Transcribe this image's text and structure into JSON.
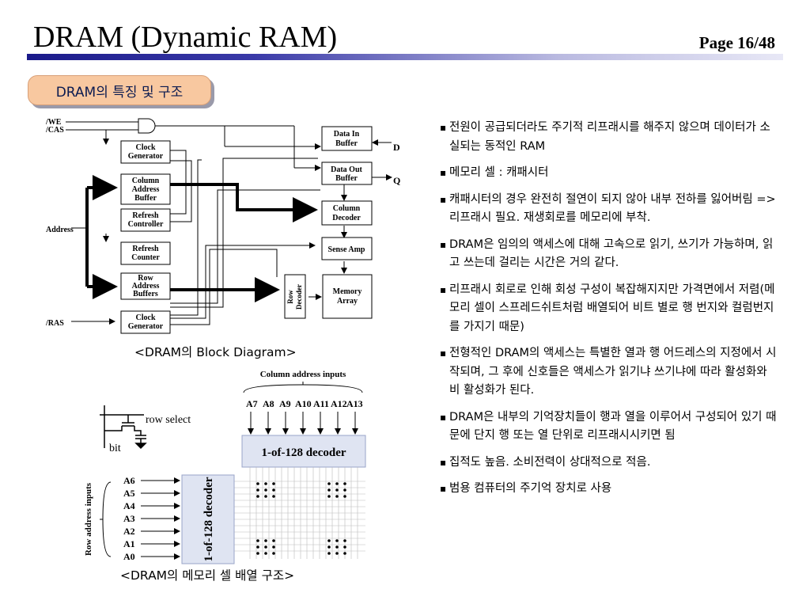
{
  "header": {
    "title": "DRAM (Dynamic RAM)",
    "page": "Page 16/48"
  },
  "section_badge": "DRAM의 특징 및 구조",
  "block_diagram": {
    "caption": "<DRAM의 Block Diagram>",
    "we": "/WE",
    "cas": "/CAS",
    "ras": "/RAS",
    "address": "Address",
    "d": "D",
    "q": "Q",
    "clock_gen_1": [
      "Clock",
      "Generator"
    ],
    "column_address_buffer": [
      "Column",
      "Address",
      "Buffer"
    ],
    "refresh_controller": [
      "Refresh",
      "Controller"
    ],
    "refresh_counter": [
      "Refresh",
      "Counter"
    ],
    "row_address_buffers": [
      "Row",
      "Address",
      "Buffers"
    ],
    "clock_gen_2": [
      "Clock",
      "Generator"
    ],
    "data_in_buffer": [
      "Data In",
      "Buffer"
    ],
    "data_out_buffer": [
      "Data Out",
      "Buffer"
    ],
    "column_decoder": [
      "Column",
      "Decoder"
    ],
    "sense_amp": "Sense Amp",
    "row_decoder": [
      "Row",
      "Decoder"
    ],
    "memory_array": [
      "Memory",
      "Array"
    ]
  },
  "cell_array": {
    "caption": "<DRAM의 메모리 셀 배열 구조>",
    "column_inputs_title": "Column address inputs",
    "column_inputs": [
      "A7",
      "A8",
      "A9",
      "A10",
      "A11",
      "A12",
      "A13"
    ],
    "col_decoder": "1-of-128 decoder",
    "row_decoder": "1-of-128 decoder",
    "row_inputs_title": "Row address inputs",
    "row_inputs": [
      "A6",
      "A5",
      "A4",
      "A3",
      "A2",
      "A1",
      "A0"
    ],
    "row_select": "row select",
    "bit": "bit"
  },
  "bullets": [
    "전원이 공급되더라도 주기적 리프래시를 해주지 않으며 데이터가 소실되는 동적인 RAM",
    "메모리 셀 : 캐패시터",
    "캐패시터의 경우 완전히 절연이 되지 않아 내부 전하를 잃어버림 => 리프래시 필요. 재생회로를 메모리에 부착.",
    "DRAM은 임의의 액세스에 대해 고속으로 읽기, 쓰기가 가능하며, 읽고 쓰는데 걸리는 시간은 거의 같다.",
    "리프래시 회로로 인해 회성 구성이 복잡해지지만 가격면에서 저렴(메모리 셀이 스프레드쉬트처럼 배열되어 비트 별로 행 번지와 컬럼번지를 가지기 때문)",
    "전형적인 DRAM의 액세스는 특별한 열과 행 어드레스의 지정에서 시작되며, 그 후에 신호들은 액세스가 읽기냐 쓰기냐에 따라 활성화와 비 활성화가 된다.",
    "DRAM은 내부의 기억장치들이 행과 열을 이루어서 구성되어 있기 때문에 단지 행 또는 열 단위로 리프래시시키면 됨",
    "집적도 높음. 소비전력이 상대적으로 적음.",
    "범용 컴퓨터의 주기억 장치로 사용"
  ]
}
